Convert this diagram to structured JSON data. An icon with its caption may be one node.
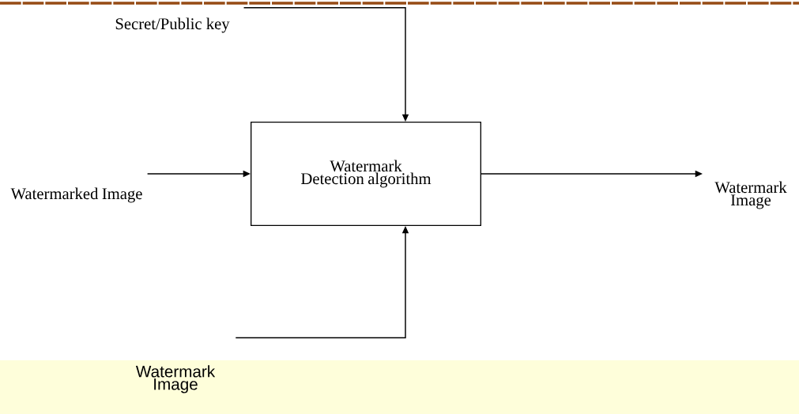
{
  "diagram": {
    "nodes": [
      {
        "text": [
          "Secret/Public key"
        ]
      },
      {
        "text": [
          "Watermark Detection algorithm"
        ]
      },
      {
        "text": [
          "Watermarked Image"
        ]
      },
      {
        "text": [
          "Watermark Image"
        ]
      },
      {
        "text": [
          "Watermark Image"
        ]
      }
    ],
    "edges": [
      {
        "from": 0,
        "to": 1,
        "arrow": "to"
      },
      {
        "from": 2,
        "to": 1,
        "arrow": "to"
      },
      {
        "from": 1,
        "to": 3,
        "arrow": "to"
      },
      {
        "from": 4,
        "to": 1,
        "arrow": "to"
      }
    ]
  }
}
